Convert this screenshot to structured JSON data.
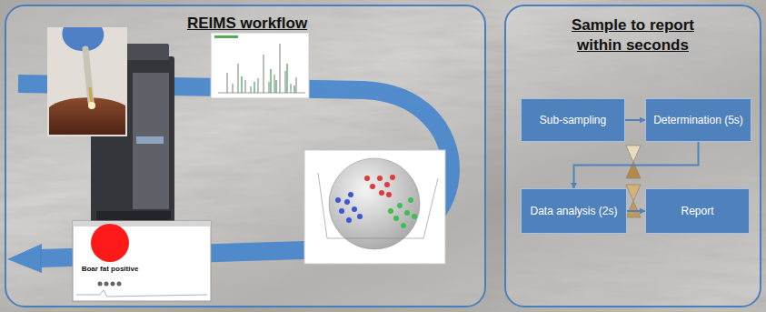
{
  "diagram": {
    "nodes": [
      {
        "text": [
          "REIMS workflow"
        ]
      },
      {
        "text": [
          "Sample to report within seconds"
        ]
      },
      {
        "text": [
          "Sub-sampling"
        ],
        "in": 1
      },
      {
        "text": [
          "Determination (5s)"
        ],
        "in": 1
      },
      {
        "text": [
          "Data analysis (2s)"
        ],
        "in": 1
      },
      {
        "text": [
          "Report"
        ],
        "in": 1
      }
    ],
    "edges": [
      {
        "from": 2,
        "to": 3,
        "arrow": "to"
      },
      {
        "from": 3,
        "to": 4,
        "arrow": "to"
      },
      {
        "from": 4,
        "to": 5,
        "arrow": "to"
      }
    ],
    "labels": [
      "Boar fat positive"
    ]
  }
}
